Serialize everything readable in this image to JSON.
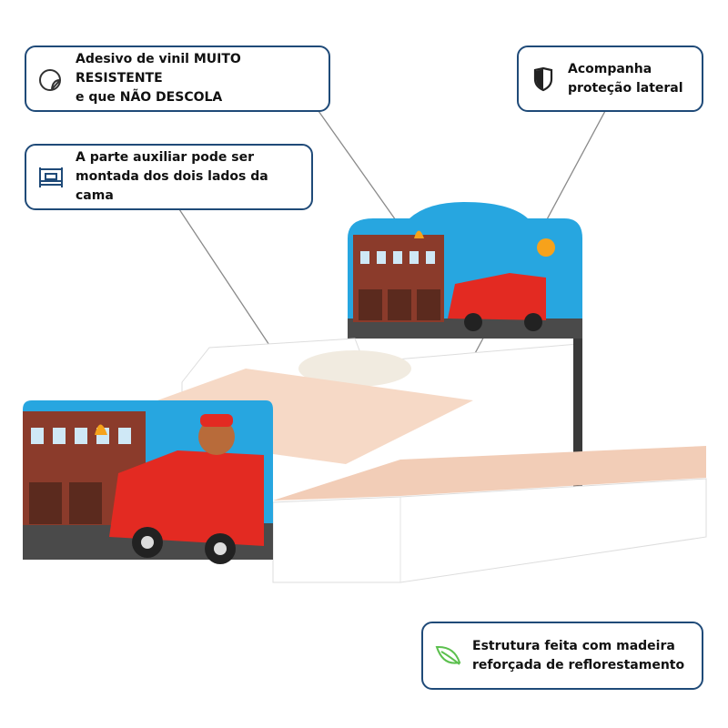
{
  "callouts": {
    "vinyl": {
      "line1": "Adesivo de vinil MUITO RESISTENTE",
      "line2": "e que NÃO DESCOLA",
      "icon": "sticker-icon"
    },
    "protection": {
      "line1": "Acompanha",
      "line2": "proteção lateral",
      "icon": "shield-icon"
    },
    "auxiliary": {
      "line1": "A parte auxiliar pode ser",
      "line2": "montada dos dois lados da cama",
      "icon": "bed-icon"
    },
    "structure": {
      "line1": "Estrutura feita com madeira",
      "line2": "reforçada de reflorestamento",
      "icon": "leaf-icon"
    }
  },
  "colors": {
    "border": "#1f4a78",
    "leaf": "#5cc04e",
    "truck": "#e32a22",
    "sky": "#27a6e0",
    "mattress": "#f6d9c6"
  }
}
